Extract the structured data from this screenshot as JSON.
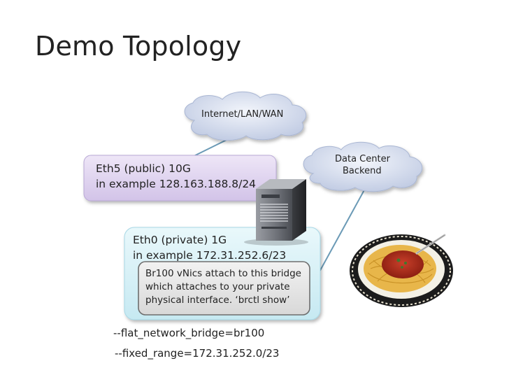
{
  "slide_title": "Demo Topology",
  "clouds": {
    "internet": "Internet/LAN/WAN",
    "backend_line1": "Data Center",
    "backend_line2": "Backend"
  },
  "public_iface": {
    "line1": "Eth5 (public) 10G",
    "line2": "in example 128.163.188.8/24"
  },
  "private_iface": {
    "line1": "Eth0 (private) 1G",
    "line2": "in example 172.31.252.6/23"
  },
  "bridge_note": {
    "line1": "Br100 vNics attach to this bridge",
    "line2": "which attaches to your private",
    "line3": "physical interface. ‘brctl show’"
  },
  "flags": {
    "bridge": "--flat_network_bridge=br100",
    "range": "--fixed_range=172.31.252.0/23"
  },
  "colors": {
    "public_box": "#ddd0ee",
    "private_box": "#d6f0f6",
    "inner_box": "#e4e4e4",
    "cloud": "#cfd8ea",
    "link_line": "#6b9ab6"
  }
}
